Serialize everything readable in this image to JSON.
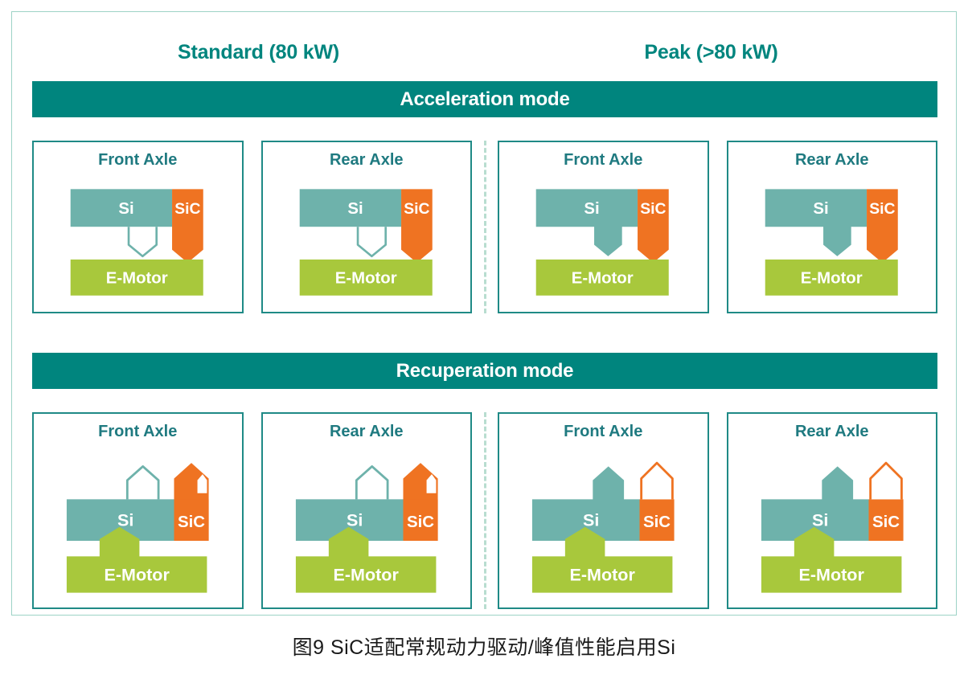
{
  "figure": {
    "caption": "图9  SiC适配常规动力驱动/峰值性能启用Si",
    "columns": [
      {
        "label": "Standard (80 kW)"
      },
      {
        "label": "Peak (>80 kW)"
      }
    ],
    "modes": [
      {
        "id": "acceleration",
        "label": "Acceleration mode"
      },
      {
        "id": "recuperation",
        "label": "Recuperation mode"
      }
    ],
    "block_labels": {
      "si": "Si",
      "sic": "SiC",
      "emotor": "E-Motor"
    },
    "colors": {
      "teal_band": "#00857e",
      "panel_border": "#1f8a86",
      "outer_frame": "#9dd3c6",
      "si_block": "#6eb2ab",
      "sic_block": "#ef7322",
      "emotor_block": "#a8c83c",
      "divider_dash": "#b8ddd0",
      "title_text": "#1f7a80",
      "column_header_text": "#00857e",
      "caption_text": "#1a1a1a"
    },
    "panels": [
      {
        "mode": "acceleration",
        "column": "Standard (80 kW)",
        "axle": "Front Axle",
        "si_arrow": {
          "direction": "down",
          "fill": "hollow"
        },
        "sic_arrow": {
          "direction": "down",
          "fill": "solid"
        },
        "emotor_arrow": {
          "direction": "none",
          "fill": "none"
        }
      },
      {
        "mode": "acceleration",
        "column": "Standard (80 kW)",
        "axle": "Rear Axle",
        "si_arrow": {
          "direction": "down",
          "fill": "hollow"
        },
        "sic_arrow": {
          "direction": "down",
          "fill": "solid"
        },
        "emotor_arrow": {
          "direction": "none",
          "fill": "none"
        }
      },
      {
        "mode": "acceleration",
        "column": "Peak (>80 kW)",
        "axle": "Front Axle",
        "si_arrow": {
          "direction": "down",
          "fill": "solid"
        },
        "sic_arrow": {
          "direction": "down",
          "fill": "solid"
        },
        "emotor_arrow": {
          "direction": "none",
          "fill": "none"
        }
      },
      {
        "mode": "acceleration",
        "column": "Peak (>80 kW)",
        "axle": "Rear Axle",
        "si_arrow": {
          "direction": "down",
          "fill": "solid"
        },
        "sic_arrow": {
          "direction": "down",
          "fill": "solid"
        },
        "emotor_arrow": {
          "direction": "none",
          "fill": "none"
        }
      },
      {
        "mode": "recuperation",
        "column": "Standard (80 kW)",
        "axle": "Front Axle",
        "si_arrow": {
          "direction": "up",
          "fill": "hollow"
        },
        "sic_arrow": {
          "direction": "up",
          "fill": "solid-with-notch"
        },
        "emotor_arrow": {
          "direction": "up",
          "fill": "solid"
        }
      },
      {
        "mode": "recuperation",
        "column": "Standard (80 kW)",
        "axle": "Rear Axle",
        "si_arrow": {
          "direction": "up",
          "fill": "hollow"
        },
        "sic_arrow": {
          "direction": "up",
          "fill": "solid-with-notch"
        },
        "emotor_arrow": {
          "direction": "up",
          "fill": "solid"
        }
      },
      {
        "mode": "recuperation",
        "column": "Peak (>80 kW)",
        "axle": "Front Axle",
        "si_arrow": {
          "direction": "up",
          "fill": "solid"
        },
        "sic_arrow": {
          "direction": "up",
          "fill": "hollow"
        },
        "emotor_arrow": {
          "direction": "up",
          "fill": "solid"
        }
      },
      {
        "mode": "recuperation",
        "column": "Peak (>80 kW)",
        "axle": "Rear Axle",
        "si_arrow": {
          "direction": "up",
          "fill": "solid"
        },
        "sic_arrow": {
          "direction": "up",
          "fill": "hollow"
        },
        "emotor_arrow": {
          "direction": "up",
          "fill": "solid"
        }
      }
    ]
  }
}
